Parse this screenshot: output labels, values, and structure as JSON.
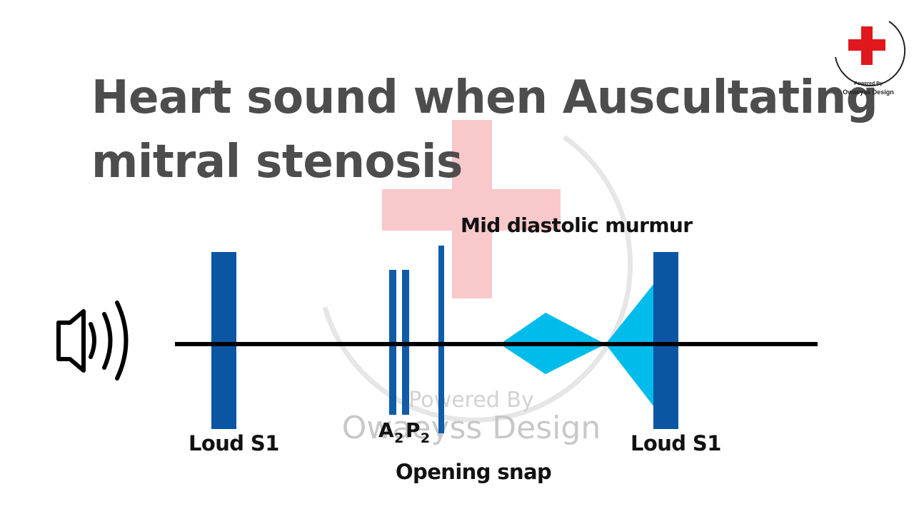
{
  "title": {
    "line1": "Heart sound when Auscultating",
    "line2": "mitral stenosis"
  },
  "labels": {
    "s1_left": "Loud S1",
    "s1_right": "Loud S1",
    "a2_letter": "A",
    "a2_sub": "2",
    "p2_letter": "P",
    "p2_sub": "2",
    "opening_snap": "Opening snap",
    "murmur": "Mid diastolic murmur"
  },
  "watermark": {
    "line1": "Powered By",
    "line2": "Owaeyss Design"
  },
  "logo": {
    "line1": "Powered By",
    "line2": "Owaeyss Design"
  },
  "colors": {
    "s1_bar": "#0b56a2",
    "small_bar": "#0f5ca8",
    "murmur": "#00bceb",
    "baseline": "#000000",
    "title": "#4d4d4d",
    "logo_cross": "#e0181e",
    "watermark_cross": "#f9c8cb"
  },
  "icons": {
    "sound": "speaker-icon",
    "logo": "red-cross-logo"
  }
}
